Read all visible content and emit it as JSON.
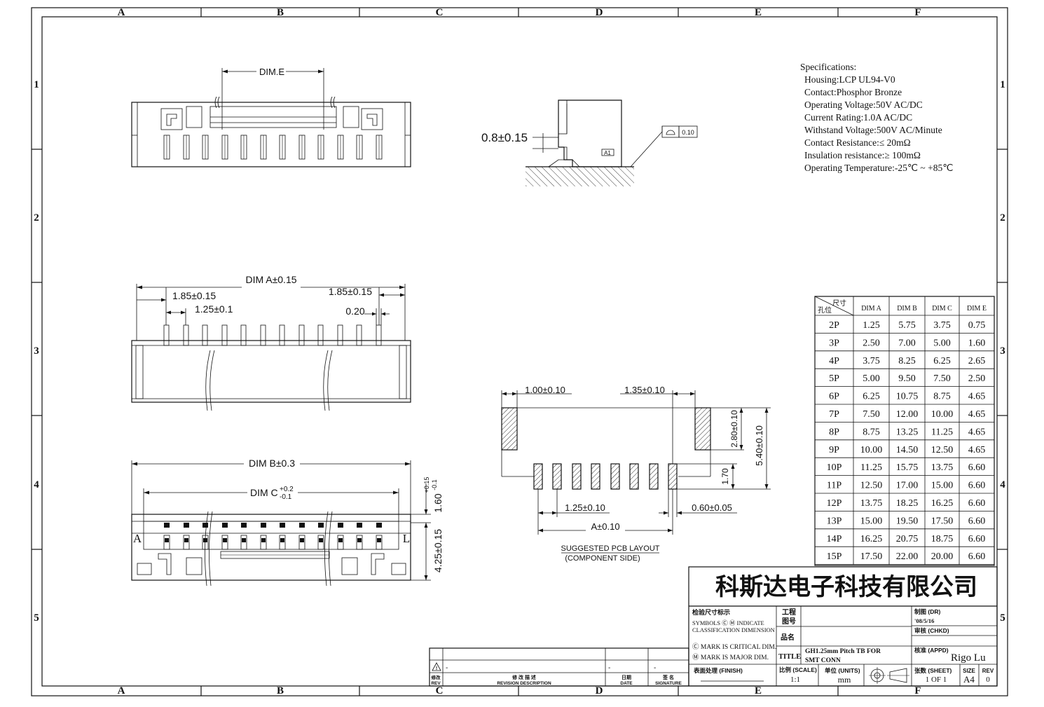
{
  "grid": {
    "columns": [
      "A",
      "B",
      "C",
      "D",
      "E",
      "F"
    ],
    "rows": [
      "1",
      "2",
      "3",
      "4",
      "5"
    ]
  },
  "specifications": {
    "heading": "Specifications:",
    "lines": [
      "Housing:LCP UL94-V0",
      "Contact:Phosphor Bronze",
      "Operating Voltage:50V AC/DC",
      "Current Rating:1.0A AC/DC",
      "Withstand Voltage:500V AC/Minute",
      "Contact Resistance:≤ 20mΩ",
      "Insulation resistance:≥ 100mΩ",
      "Operating Temperature:-25℃ ~ +85℃"
    ]
  },
  "top_view": {
    "dim_e": "DIM.E"
  },
  "side_view": {
    "height": "0.8±0.15",
    "flatness": "0.10",
    "datum": "A1"
  },
  "front_view": {
    "dim_a": "DIM A±0.15",
    "left_offset": "1.85±0.15",
    "pitch": "1.25±0.1",
    "right_offset": "1.85±0.15",
    "pin_width": "0.20"
  },
  "bottom_view": {
    "dim_b": "DIM B±0.3",
    "dim_c": "DIM C",
    "dim_c_tol_upper": "+0.2",
    "dim_c_tol_lower": "-0.1",
    "depth_1": "1.60",
    "depth_1_tol_upper": "+0.15",
    "depth_1_tol_lower": "-0.1",
    "depth_2": "4.25±0.15",
    "label_left": "A",
    "label_right": "L"
  },
  "pcb_layout": {
    "tab_width": "1.00±0.10",
    "tab_offset": "1.35±0.10",
    "tab_height": "2.80±0.10",
    "overall_height": "5.40±0.10",
    "pad_length": "1.70",
    "pitch": "1.25±0.10",
    "pad_width": "0.60±0.05",
    "span": "A±0.10",
    "caption_1": "SUGGESTED PCB LAYOUT",
    "caption_2": "(COMPONENT SIDE)"
  },
  "dim_table": {
    "corner_top": "尺寸",
    "corner_bottom": "孔位",
    "headers": [
      "DIM A",
      "DIM B",
      "DIM C",
      "DIM E"
    ],
    "rows": [
      [
        "2P",
        "1.25",
        "5.75",
        "3.75",
        "0.75"
      ],
      [
        "3P",
        "2.50",
        "7.00",
        "5.00",
        "1.60"
      ],
      [
        "4P",
        "3.75",
        "8.25",
        "6.25",
        "2.65"
      ],
      [
        "5P",
        "5.00",
        "9.50",
        "7.50",
        "2.50"
      ],
      [
        "6P",
        "6.25",
        "10.75",
        "8.75",
        "4.65"
      ],
      [
        "7P",
        "7.50",
        "12.00",
        "10.00",
        "4.65"
      ],
      [
        "8P",
        "8.75",
        "13.25",
        "11.25",
        "4.65"
      ],
      [
        "9P",
        "10.00",
        "14.50",
        "12.50",
        "4.65"
      ],
      [
        "10P",
        "11.25",
        "15.75",
        "13.75",
        "6.60"
      ],
      [
        "11P",
        "12.50",
        "17.00",
        "15.00",
        "6.60"
      ],
      [
        "12P",
        "13.75",
        "18.25",
        "16.25",
        "6.60"
      ],
      [
        "13P",
        "15.00",
        "19.50",
        "17.50",
        "6.60"
      ],
      [
        "14P",
        "16.25",
        "20.75",
        "18.75",
        "6.60"
      ],
      [
        "15P",
        "17.50",
        "22.00",
        "20.00",
        "6.60"
      ]
    ]
  },
  "title_block": {
    "company": "科斯达电子科技有限公司",
    "symbols_heading": "检验尺寸标示",
    "symbols_line1": "SYMBOLS Ⓒ Ⓜ INDICATE",
    "symbols_line2": "CLASSIFICATION DIMENSION",
    "critical": "Ⓒ MARK IS CRITICAL DIM.",
    "major": "Ⓜ MARK IS MAJOR DIM.",
    "project_label_1": "工程",
    "project_label_2": "图号",
    "part_name_label": "品名",
    "title_label": "TITLE",
    "title_line1": "GH1.25mm Pitch TB FOR",
    "title_line2": "SMT CONN",
    "drawn_label": "制图 (DR)",
    "drawn_date": "'08/5/16",
    "checked_label": "审核 (CHKD)",
    "approved_label": "核准 (APPD)",
    "approved_by": "Rigo Lu",
    "finish_label": "表面处理 (FINISH)",
    "scale_label": "比例 (SCALE)",
    "scale_value": "1:1",
    "units_label": "单位 (UNITS)",
    "units_value": "mm",
    "sheet_label": "张数 (SHEET)",
    "sheet_value": "1 OF 1",
    "size_label": "SIZE",
    "size_value": "A4",
    "rev_label": "REV",
    "rev_value": "0"
  },
  "revision_block": {
    "dash_1": "-",
    "dash_2": "-",
    "dash_3": "-",
    "rev_cn": "修改",
    "rev_en": "REV",
    "desc_cn": "修 改 描 述",
    "desc_en": "REVISION DESCRIPTION",
    "date_cn": "日期",
    "date_en": "DATE",
    "sign_cn": "签 名",
    "sign_en": "SIGNATURE"
  }
}
